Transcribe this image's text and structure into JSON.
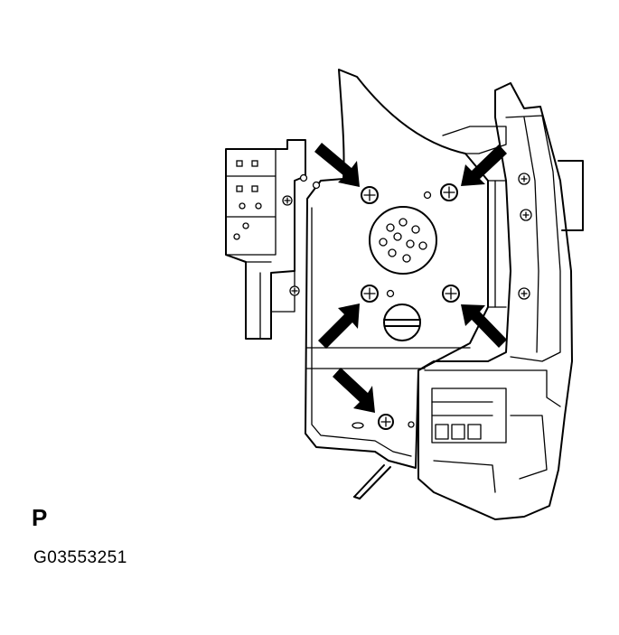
{
  "figure": {
    "code_letter": "P",
    "figure_id": "G03553251"
  },
  "callouts": {
    "arrow_count": 5,
    "arrow_color": "#000000",
    "icon": "arrow-icon"
  },
  "line_color": "#000000",
  "background": "#ffffff"
}
